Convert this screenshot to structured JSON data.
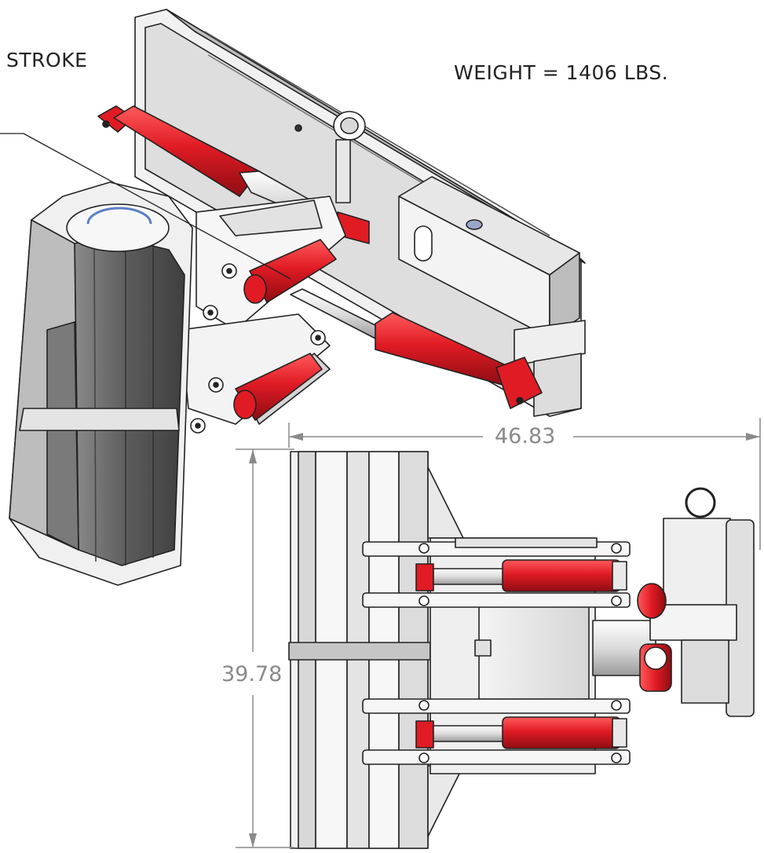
{
  "annotations": {
    "stroke_label": "STROKE",
    "weight_label": "WEIGHT = 1406 LBS."
  },
  "dimensions": {
    "width_value": "46.83",
    "height_value": "39.78"
  },
  "colors": {
    "cylinder_red": "#e01b24",
    "cylinder_dark": "#a50f16",
    "steel_light": "#ececec",
    "steel_mid": "#c8c8c8",
    "steel_dark": "#6f6f6f",
    "dimension_gray": "#8a8a8a"
  }
}
